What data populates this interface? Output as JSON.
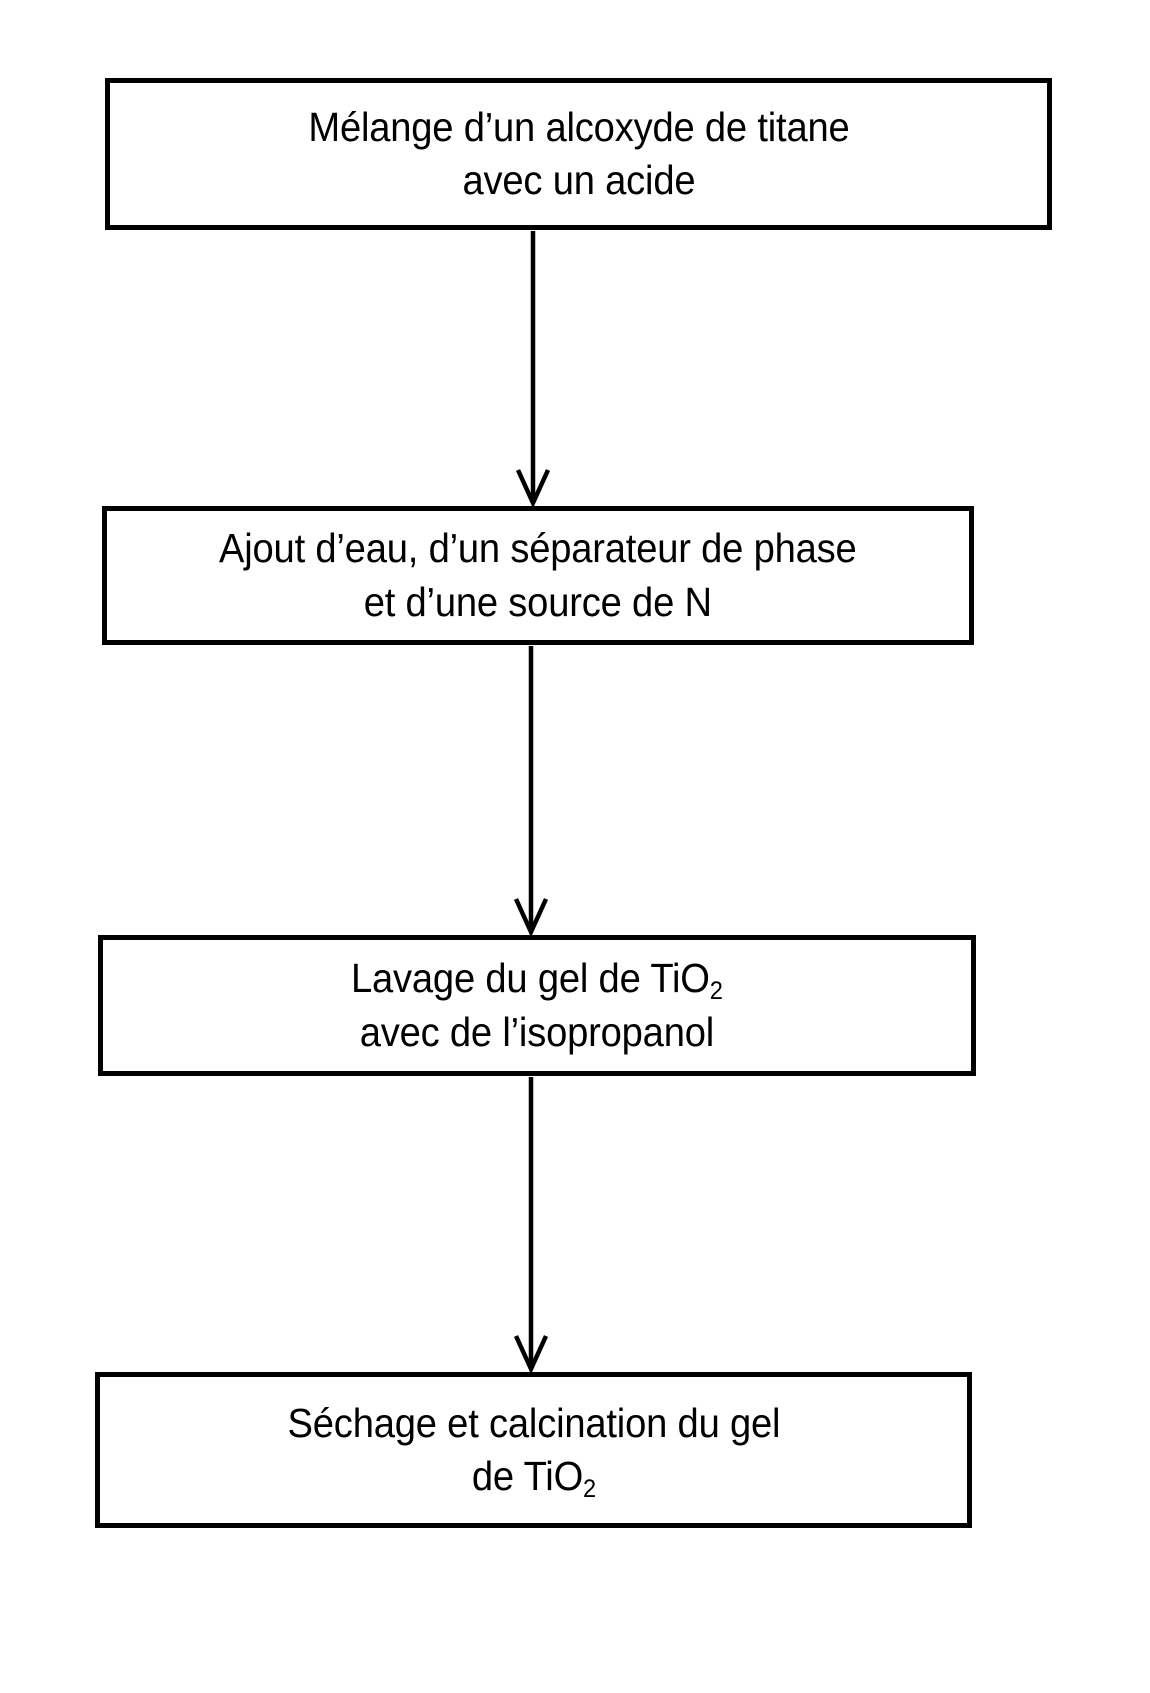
{
  "diagram": {
    "type": "flowchart",
    "orientation": "vertical",
    "title": "",
    "colors": {
      "background": "#ffffff",
      "stroke": "#000000",
      "text": "#000000",
      "box_fill": "#ffffff"
    },
    "nodes": [
      {
        "id": "step-1",
        "shape": "rectangle",
        "label": "Mélange d’un alcoxyde de titane\navec un acide",
        "line_1": "Mélange d’un alcoxyde de titane",
        "line_2": "avec un acide"
      },
      {
        "id": "step-2",
        "shape": "rectangle",
        "label": "Ajout d’eau, d’un séparateur de phase\net d’une source de N",
        "line_1": "Ajout d’eau, d’un séparateur de phase",
        "line_2": "et d’une source de N"
      },
      {
        "id": "step-3",
        "shape": "rectangle",
        "label": "Lavage du gel de TiO2\navec de l’isopropanol",
        "line_1_prefix": "Lavage du gel de TiO",
        "line_1_subscript": "2",
        "line_2": "avec de l’isopropanol"
      },
      {
        "id": "step-4",
        "shape": "rectangle",
        "label": "Séchage et calcination du gel\nde TiO2",
        "line_1": "Séchage et calcination du gel",
        "line_2_prefix": "de TiO",
        "line_2_subscript": "2"
      }
    ],
    "edges": [
      {
        "id": "edge-1-2",
        "from": "step-1",
        "to": "step-2",
        "arrowhead": "open-v",
        "style": "solid"
      },
      {
        "id": "edge-2-3",
        "from": "step-2",
        "to": "step-3",
        "arrowhead": "open-v",
        "style": "solid"
      },
      {
        "id": "edge-3-4",
        "from": "step-3",
        "to": "step-4",
        "arrowhead": "open-v",
        "style": "solid"
      }
    ]
  }
}
